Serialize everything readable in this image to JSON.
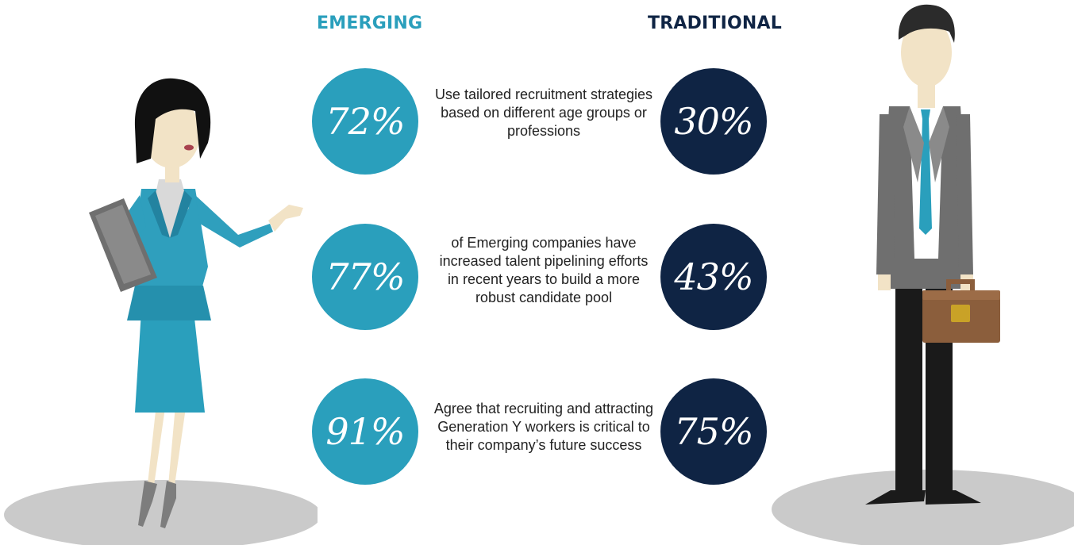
{
  "chart_data": {
    "type": "table",
    "columns": [
      "EMERGING",
      "TRADITIONAL"
    ],
    "rows": [
      {
        "description": "Use tailored recruitment strategies based on different age groups or professions",
        "emerging": "72%",
        "traditional": "30%"
      },
      {
        "description": "of Emerging companies have increased talent pipelining efforts in recent years to build a more robust candidate pool",
        "emerging": "77%",
        "traditional": "43%"
      },
      {
        "description": "Agree that recruiting and attracting Generation Y workers is critical to their company’s future success",
        "emerging": "91%",
        "traditional": "75%"
      }
    ],
    "values": {
      "emerging": [
        72,
        77,
        91
      ],
      "traditional": [
        30,
        43,
        75
      ]
    }
  },
  "colors": {
    "emerging": "#2a9fbc",
    "traditional": "#0f2444",
    "ellipse": "#cacaca"
  },
  "icons": {
    "left_figure": "businesswoman-illustration",
    "right_figure": "businessman-illustration"
  }
}
